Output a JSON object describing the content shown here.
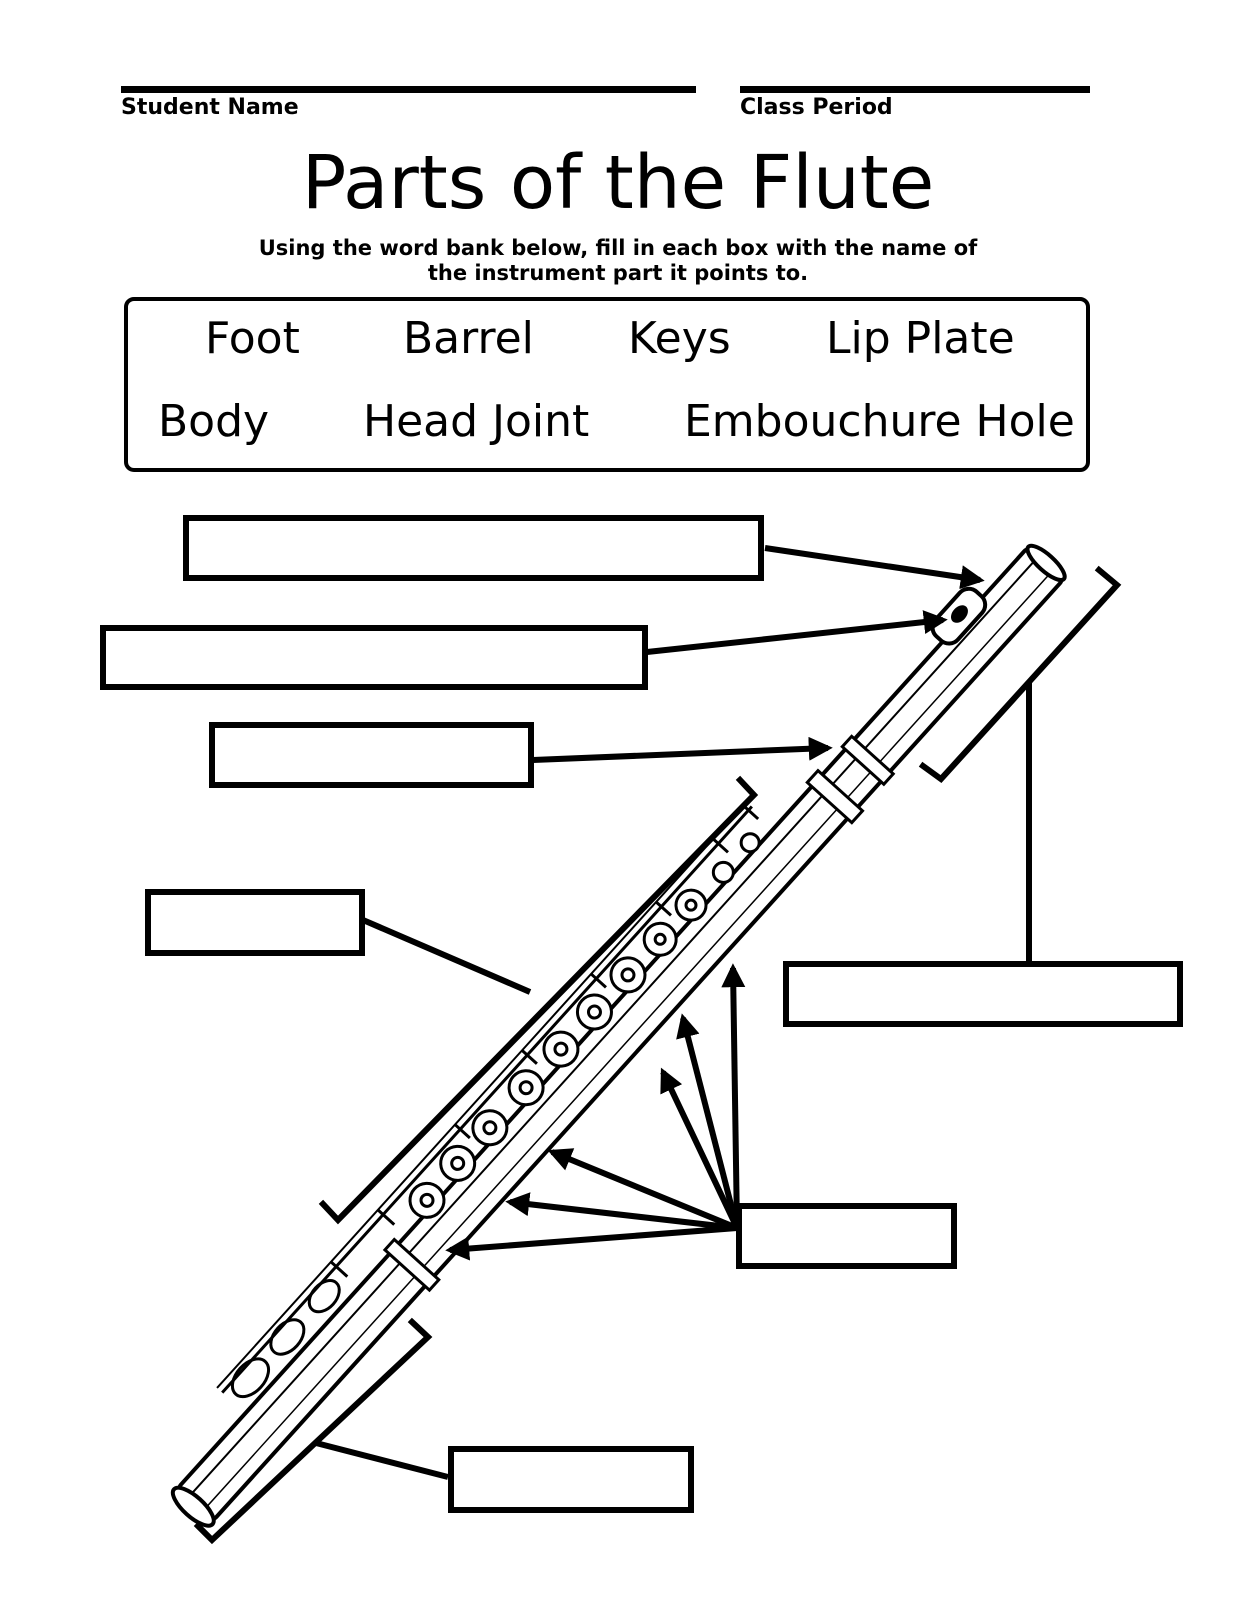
{
  "header": {
    "student_name_label": "Student Name",
    "class_period_label": "Class Period"
  },
  "title": "Parts of the Flute",
  "instructions": {
    "line1": "Using the word bank below, fill in each box with the name of",
    "line2": "the instrument part it points to."
  },
  "word_bank": {
    "words": [
      "Foot",
      "Barrel",
      "Keys",
      "Lip Plate",
      "Body",
      "Head Joint",
      "Embouchure Hole"
    ]
  },
  "answer_boxes": [
    "",
    "",
    "",
    "",
    "",
    "",
    ""
  ],
  "colors": {
    "ink": "#000000",
    "paper": "#ffffff"
  },
  "illustration": {
    "subject": "flute-line-drawing"
  }
}
